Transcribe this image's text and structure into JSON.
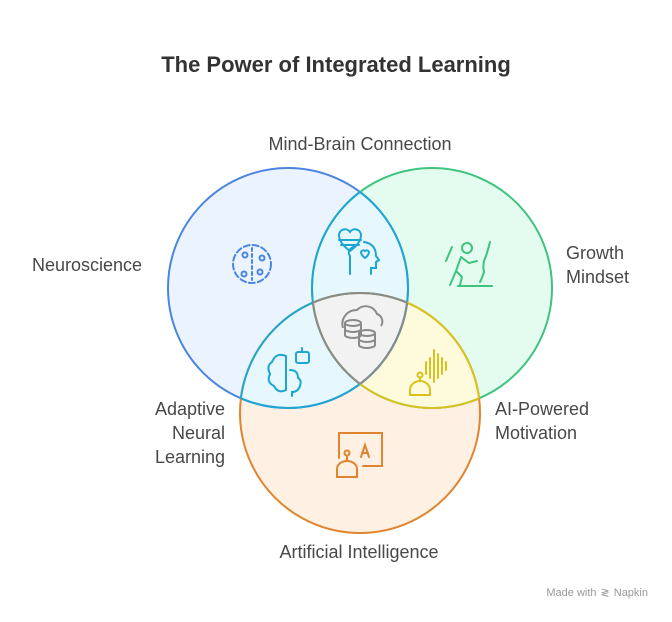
{
  "title": "The Power of Integrated Learning",
  "sets": {
    "blue": {
      "label": "Neuroscience",
      "icon": "brain-circuit-icon",
      "color": "#4a86e0"
    },
    "green": {
      "label": "Growth Mindset",
      "line1": "Growth",
      "line2": "Mindset",
      "icon": "climbing-person-icon",
      "color": "#3ec47f"
    },
    "orange": {
      "label": "Artificial Intelligence",
      "icon": "robot-presentation-icon",
      "color": "#e0852f"
    }
  },
  "intersections": {
    "blue_green": {
      "label": "Mind-Brain Connection",
      "icon": "heart-mind-icon"
    },
    "blue_orange": {
      "label": "Adaptive Neural Learning",
      "line1": "Adaptive",
      "line2": "Neural",
      "line3": "Learning",
      "icon": "brain-robot-icon"
    },
    "green_orange": {
      "label": "AI-Powered Motivation",
      "line1": "AI-Powered",
      "line2": "Motivation",
      "icon": "robot-soundwave-icon"
    },
    "all": {
      "icon": "cloud-database-icon"
    }
  },
  "footer": {
    "made_with": "Made with",
    "brand": "Napkin"
  }
}
